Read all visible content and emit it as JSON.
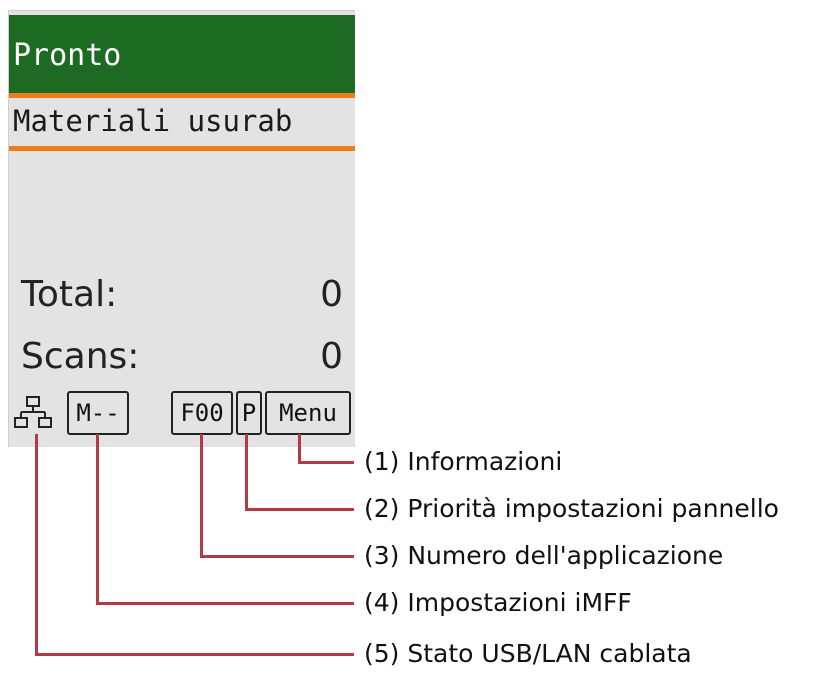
{
  "panel": {
    "status": "Pronto",
    "message": "Materiali usurab",
    "counters": [
      {
        "label": "Total:",
        "value": "0"
      },
      {
        "label": "Scans:",
        "value": "0"
      }
    ],
    "softkeys": {
      "imff": "M--",
      "application": "F00",
      "priority": "P",
      "menu": "Menu"
    },
    "icons": {
      "connection": "lan-network-icon"
    }
  },
  "callouts": [
    {
      "label": "(1) Informazioni"
    },
    {
      "label": "(2) Priorità impostazioni pannello"
    },
    {
      "label": "(3) Numero dell'applicazione"
    },
    {
      "label": "(4) Impostazioni iMFF"
    },
    {
      "label": "(5) Stato USB/LAN cablata"
    }
  ],
  "colors": {
    "status_bar": "#1d6b22",
    "accent_line": "#f07c1b",
    "screen_background": "#e3e3e3",
    "callout_line": "#b23a45"
  }
}
